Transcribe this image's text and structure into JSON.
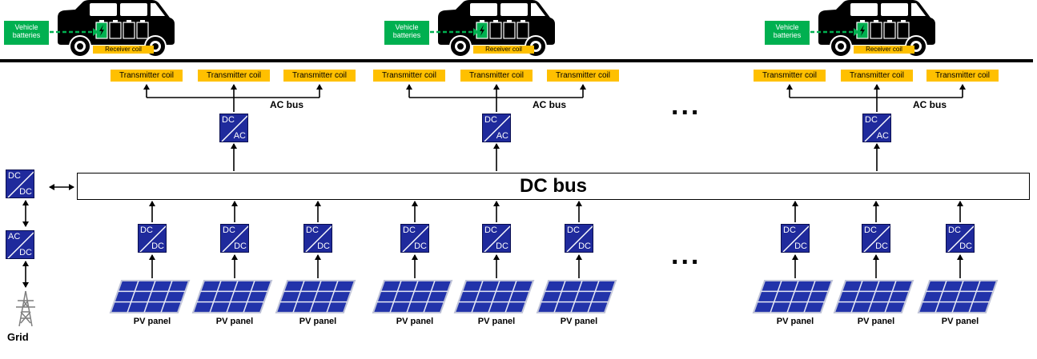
{
  "dc_bus_label": "DC bus",
  "ac_bus_label": "AC bus",
  "transmitter_coil_label": "Transmitter coil",
  "receiver_coil_label": "Receiver coil",
  "vehicle_batteries_line1": "Vehicle",
  "vehicle_batteries_line2": "batteries",
  "pv_panel_label": "PV panel",
  "grid_label": "Grid",
  "ellipsis": "...",
  "converters": {
    "dc_dc": {
      "top": "DC",
      "bottom": "DC"
    },
    "dc_ac": {
      "top": "DC",
      "bottom": "AC"
    },
    "ac_dc": {
      "top": "AC",
      "bottom": "DC"
    }
  },
  "colors": {
    "converter_fill": "#1f2a9c",
    "coil_fill": "#ffc000",
    "battery_label_fill": "#00b050",
    "battery_charge": "#00b050",
    "pv_cell": "#2233aa",
    "car_body": "#000000"
  },
  "icons": [
    "car-icon",
    "battery-icon",
    "solar-panel-icon",
    "transmission-tower-icon",
    "converter-icon"
  ]
}
